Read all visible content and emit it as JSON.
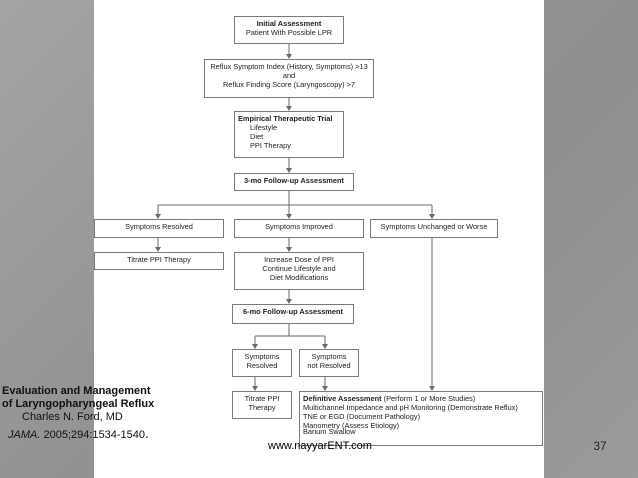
{
  "flowchart": {
    "initial_title": "Initial Assessment",
    "initial_sub": "Patient With Possible LPR",
    "rsi_line1": "Reflux Symptom Index (History, Symptoms) >13",
    "rsi_line2": "and",
    "rsi_line3": "Reflux Finding Score (Laryngoscopy) >7",
    "trial_title": "Empirical Therapeutic Trial",
    "trial_items": [
      "Lifestyle",
      "Diet",
      "PPI Therapy"
    ],
    "followup3": "3-mo Follow-up Assessment",
    "resolved": "Symptoms Resolved",
    "improved": "Symptoms Improved",
    "unchanged": "Symptoms Unchanged or Worse",
    "titrate1": "Titrate PPI Therapy",
    "increase_lines": [
      "Increase Dose of PPI",
      "Continue Lifestyle and",
      "Diet Modifications"
    ],
    "followup6": "6-mo Follow-up Assessment",
    "sym_resolved_lines": [
      "Symptoms",
      "Resolved"
    ],
    "sym_not_resolved_lines": [
      "Symptoms",
      "not Resolved"
    ],
    "titrate2_lines": [
      "Titrate PPI",
      "Therapy"
    ],
    "definitive_title": "Definitive Assessment",
    "definitive_suffix": " (Perform 1 or More Studies)",
    "definitive_items": [
      "Multichannel Impedance and pH Monitoring (Demonstrate Reflux)",
      "TNE or EGD (Document Pathology)",
      "Manometry (Assess Etiology)",
      "Barium Swallow"
    ]
  },
  "citation": {
    "title_line1": "Evaluation and Management",
    "title_line2": "of Laryngopharyngeal Reflux",
    "author": "Charles N. Ford, MD",
    "journal": "JAMA.",
    "reference": " 2005;294:1534-1540",
    "period": "."
  },
  "watermark": "www.nayyarENT.com",
  "slide_number": "37",
  "colors": {
    "background": "#9a9a9a",
    "panel": "#ffffff",
    "line": "#6a6a6a"
  }
}
